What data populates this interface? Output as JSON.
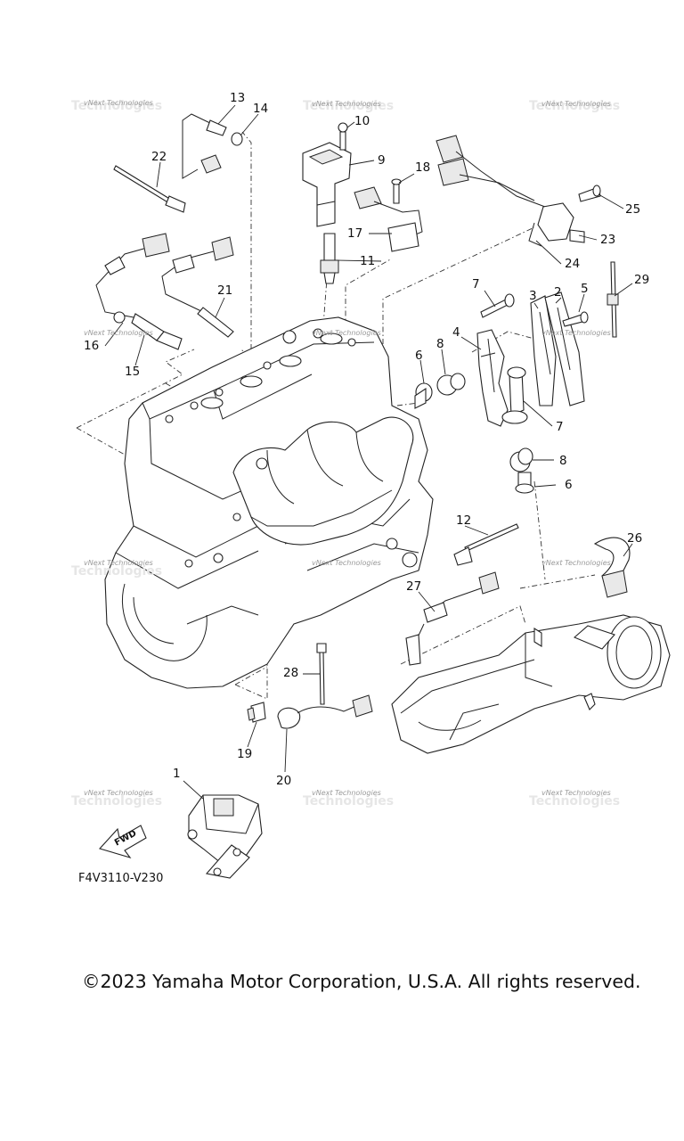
{
  "diagram": {
    "callouts": [
      "1",
      "2",
      "3",
      "4",
      "5",
      "6",
      "6",
      "7",
      "7",
      "8",
      "8",
      "9",
      "10",
      "11",
      "12",
      "13",
      "14",
      "15",
      "16",
      "17",
      "18",
      "19",
      "20",
      "21",
      "22",
      "23",
      "24",
      "25",
      "26",
      "27",
      "28",
      "29"
    ],
    "watermark": "vNext Technologies",
    "fwd_arrow": "FWD",
    "figure_code": "F4V3110-V230"
  },
  "footer": {
    "copyright": "©2023 Yamaha Motor Corporation, U.S.A. All rights reserved."
  }
}
